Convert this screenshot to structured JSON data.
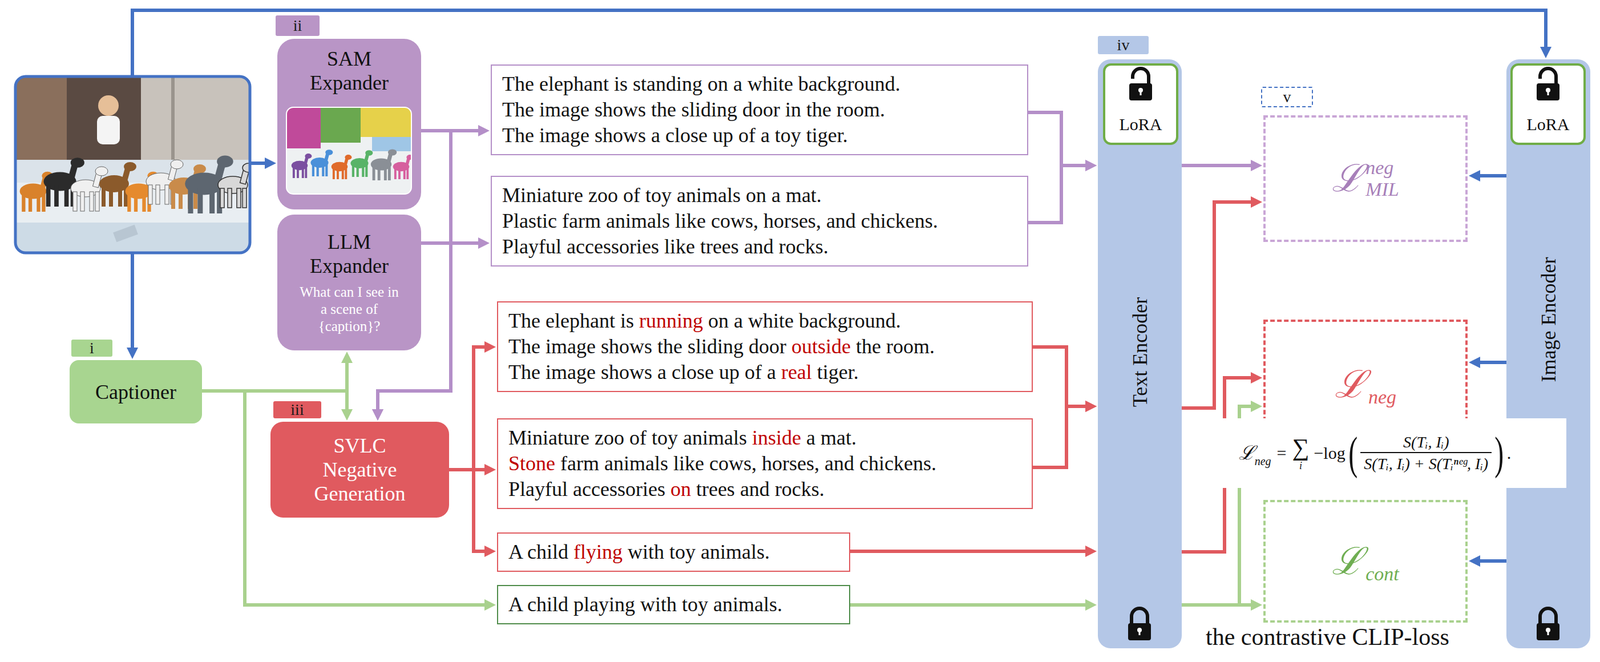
{
  "diagram": {
    "nodes": [
      {
        "text": [
          "ii"
        ]
      },
      {
        "text": [
          "SAM Expander"
        ]
      },
      {
        "text": [
          "LLM Expander",
          "What can I see in a scene of {caption}?"
        ]
      },
      {
        "text": [
          "i"
        ]
      },
      {
        "text": [
          "Captioner"
        ]
      },
      {
        "text": [
          "iii"
        ]
      },
      {
        "text": [
          "SVLC Negative Generation"
        ]
      },
      {
        "text": [
          "The elephant is standing on a white background.",
          "The image shows the sliding door in the room.",
          "The image shows a close up of a toy tiger."
        ]
      },
      {
        "text": [
          "Miniature zoo of toy animals on a mat.",
          "Plastic farm animals like cows, horses, and chickens.",
          "Playful accessories like trees and rocks."
        ]
      },
      {
        "text": [
          "The elephant is running on a white background.",
          "The image shows the sliding door outside the room.",
          "The image shows a close up of a real tiger."
        ]
      },
      {
        "text": [
          "Miniature zoo of toy animals inside a mat.",
          "Stone farm animals like cows, horses, and chickens.",
          "Playful accessories on trees and rocks."
        ]
      },
      {
        "text": [
          "A child flying with toy animals."
        ]
      },
      {
        "text": [
          "A child playing with toy animals."
        ]
      },
      {
        "text": [
          "iv"
        ]
      },
      {
        "text": [
          "Text Encoder"
        ]
      },
      {
        "text": [
          "LoRA"
        ],
        "in": 14
      },
      {
        "text": [
          "v"
        ]
      },
      {
        "text": [
          "ℒ",
          "neg",
          "MIL"
        ]
      },
      {
        "text": [
          "ℒ",
          "neg"
        ]
      },
      {
        "text": [
          "ℒ",
          "cont"
        ]
      },
      {
        "text": [
          "Image Encoder"
        ]
      },
      {
        "text": [
          "LoRA"
        ],
        "in": 20
      }
    ],
    "edges": [
      {
        "from": 4,
        "to": 2,
        "arrow": "to"
      },
      {
        "from": 4,
        "to": 6,
        "arrow": "to"
      },
      {
        "from": 1,
        "to": 7,
        "arrow": "to"
      },
      {
        "from": 1,
        "to": 6,
        "arrow": "to"
      },
      {
        "from": 2,
        "to": 8,
        "arrow": "to"
      },
      {
        "from": 2,
        "to": 6,
        "arrow": "to"
      },
      {
        "from": 4,
        "to": 12,
        "arrow": "to"
      },
      {
        "from": 6,
        "to": 9,
        "arrow": "to"
      },
      {
        "from": 6,
        "to": 10,
        "arrow": "to"
      },
      {
        "from": 6,
        "to": 11,
        "arrow": "to"
      },
      {
        "from": 7,
        "to": 14,
        "arrow": "to"
      },
      {
        "from": 8,
        "to": 14,
        "arrow": "to"
      },
      {
        "from": 9,
        "to": 14,
        "arrow": "to"
      },
      {
        "from": 10,
        "to": 14,
        "arrow": "to"
      },
      {
        "from": 11,
        "to": 14,
        "arrow": "to"
      },
      {
        "from": 12,
        "to": 14,
        "arrow": "to"
      },
      {
        "from": 14,
        "to": 17,
        "arrow": "to"
      },
      {
        "from": 14,
        "to": 17,
        "arrow": "to"
      },
      {
        "from": 14,
        "to": 18,
        "arrow": "to"
      },
      {
        "from": 14,
        "to": 18,
        "arrow": "to"
      },
      {
        "from": 14,
        "to": 19,
        "arrow": "to"
      },
      {
        "from": 20,
        "to": 17,
        "arrow": "to"
      },
      {
        "from": 20,
        "to": 18,
        "arrow": "to"
      },
      {
        "from": 20,
        "to": 19,
        "arrow": "to"
      }
    ],
    "labels": [
      "ℒ",
      "neg",
      "=",
      "∑",
      "i",
      "−log",
      "(",
      "S(Tᵢ, Iᵢ)",
      "S(Tᵢ, Iᵢ) + S(Tᵢⁿᵉᵍ, Iᵢ)",
      ")",
      ".",
      "the contrastive CLIP-loss"
    ]
  }
}
